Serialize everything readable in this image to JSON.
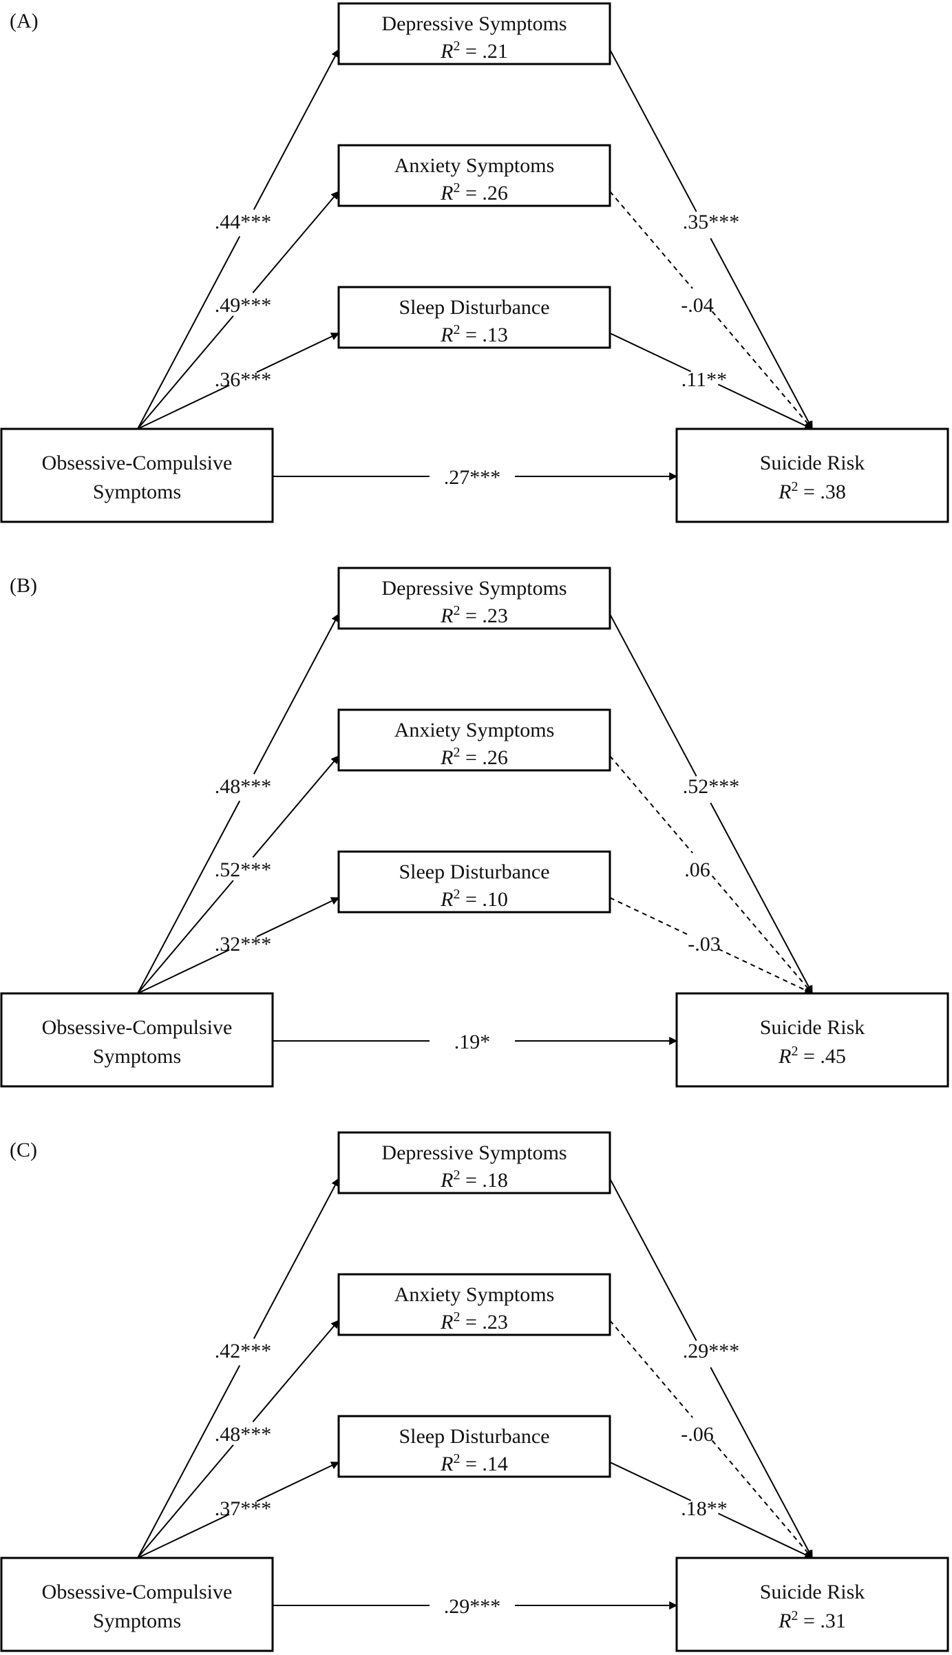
{
  "nodes": {
    "predictor": [
      "Obsessive-Compulsive",
      "Symptoms"
    ],
    "depressive": "Depressive Symptoms",
    "anxiety": "Anxiety Symptoms",
    "sleep": "Sleep Disturbance",
    "outcome": "Suicide Risk",
    "r2_prefix": "R",
    "r2_sup": "2",
    "r2_eq": " = "
  },
  "panels": [
    {
      "label": "(A)",
      "r2": {
        "depressive": ".21",
        "anxiety": ".26",
        "sleep": ".13",
        "outcome": ".38"
      },
      "a_paths": {
        "depressive": ".44***",
        "anxiety": ".49***",
        "sleep": ".36***"
      },
      "b_paths": {
        "depressive": ".35***",
        "anxiety": "-.04",
        "sleep": ".11**"
      },
      "b_significant": {
        "depressive": true,
        "anxiety": false,
        "sleep": true
      },
      "direct": ".27***"
    },
    {
      "label": "(B)",
      "r2": {
        "depressive": ".23",
        "anxiety": ".26",
        "sleep": ".10",
        "outcome": ".45"
      },
      "a_paths": {
        "depressive": ".48***",
        "anxiety": ".52***",
        "sleep": ".32***"
      },
      "b_paths": {
        "depressive": ".52***",
        "anxiety": ".06",
        "sleep": "-.03"
      },
      "b_significant": {
        "depressive": true,
        "anxiety": false,
        "sleep": false
      },
      "direct": ".19*"
    },
    {
      "label": "(C)",
      "r2": {
        "depressive": ".18",
        "anxiety": ".23",
        "sleep": ".14",
        "outcome": ".31"
      },
      "a_paths": {
        "depressive": ".42***",
        "anxiety": ".48***",
        "sleep": ".37***"
      },
      "b_paths": {
        "depressive": ".29***",
        "anxiety": "-.06",
        "sleep": ".18**"
      },
      "b_significant": {
        "depressive": true,
        "anxiety": false,
        "sleep": true
      },
      "direct": ".29***"
    }
  ]
}
